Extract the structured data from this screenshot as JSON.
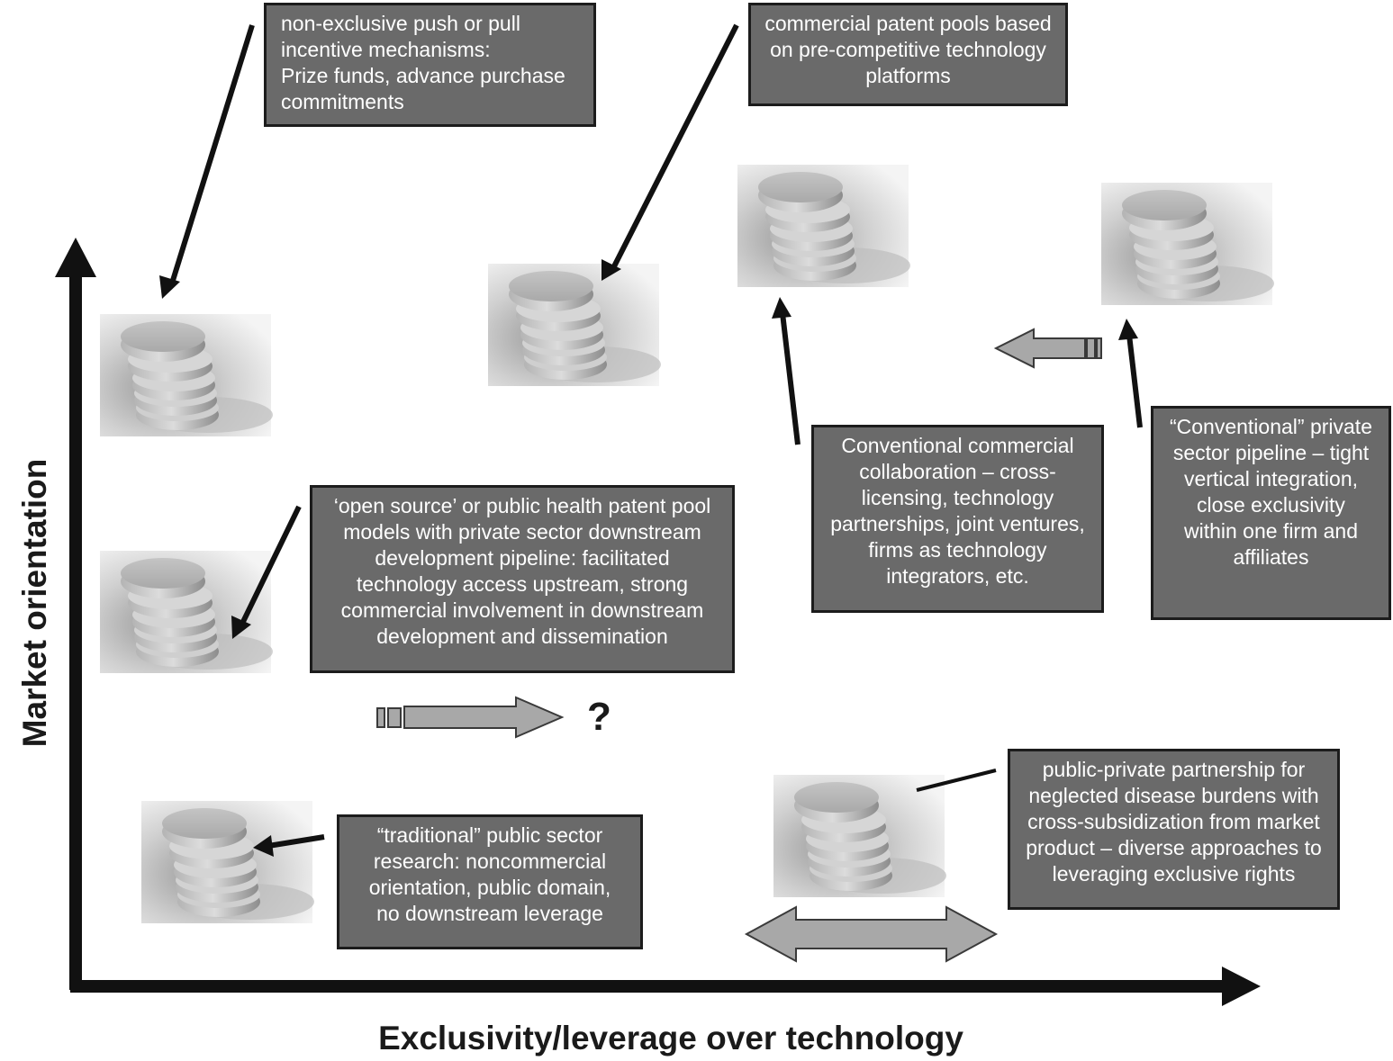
{
  "axes": {
    "x_label": "Exclusivity/leverage over technology",
    "y_label": "Market orientation"
  },
  "boxes": {
    "push_pull": "non-exclusive push or pull\nincentive mechanisms:\nPrize funds, advance purchase\ncommitments",
    "patent_pools": "commercial patent pools based\non pre-competitive technology\nplatforms",
    "open_source": "‘open source’ or public health patent pool\nmodels with private sector downstream\ndevelopment pipeline: facilitated\ntechnology access upstream, strong\ncommercial involvement in downstream\ndevelopment and dissemination",
    "conventional_collaboration": "Conventional commercial\ncollaboration – cross-\nlicensing, technology\npartnerships, joint ventures,\nfirms as technology\nintegrators,  etc.",
    "conventional_pipeline": "“Conventional” private\nsector pipeline – tight\nvertical integration,\nclose exclusivity\nwithin one firm and\naffiliates",
    "traditional_public": "“traditional” public sector\nresearch: noncommercial\norientation, public domain,\nno downstream leverage",
    "ppp": "public-private partnership for\nneglected disease burdens with\ncross-subsidization from market\nproduct – diverse approaches to\nleveraging exclusive rights"
  },
  "question_mark": "?",
  "icons": {
    "pill_stack": "pill-stack-icon",
    "arrow": "arrow-icon"
  },
  "colors": {
    "box_fill": "#6a6a6a",
    "box_border": "#1c1c1c",
    "box_text": "#ffffff",
    "axis": "#111111",
    "block_arrow_fill": "#a8a8a8",
    "block_arrow_stroke": "#3a3a3a"
  }
}
